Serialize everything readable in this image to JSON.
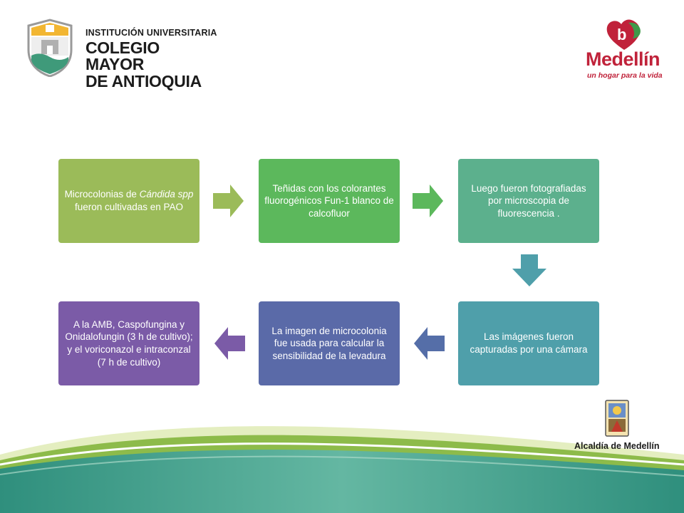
{
  "header": {
    "institution": {
      "line1": "INSTITUCIÓN UNIVERSITARIA",
      "line2": "COLEGIO MAYOR",
      "line3": "DE ANTIOQUIA"
    },
    "city": {
      "name": "Medellín",
      "slogan": "un hogar para la vida"
    }
  },
  "footer": {
    "alcaldia": "Alcaldía de Medellín"
  },
  "diagram": {
    "steps": [
      {
        "pre": "Microcolonias de ",
        "italic": "Cándida spp",
        "post": " fueron cultivadas en PAO",
        "color": "#9bbb59"
      },
      {
        "text": "Teñidas con los colorantes fluorogénicos Fun-1 blanco de calcofluor",
        "color": "#5cb85c"
      },
      {
        "text": "Luego fueron fotografiadas por microscopia de fluorescencia .",
        "color": "#5cb08d"
      },
      {
        "text": "Las imágenes fueron capturadas por una cámara",
        "color": "#4f9faa"
      },
      {
        "text": "La imagen de microcolonia fue usada para calcular la sensibilidad de la levadura",
        "color": "#5a6aa8"
      },
      {
        "text": "A la AMB, Caspofungina y Onidalofungin (3 h de cultivo); y el voriconazol e intraconzal (7 h de cultivo)",
        "color": "#7b5ba7"
      }
    ],
    "arrow_colors": {
      "step1_to_2": "#9bbb59",
      "step2_to_3": "#5cb85c",
      "step3_to_4": "#4f9faa",
      "step4_to_5": "#556ea8",
      "step5_to_6": "#7b5ba7"
    }
  }
}
